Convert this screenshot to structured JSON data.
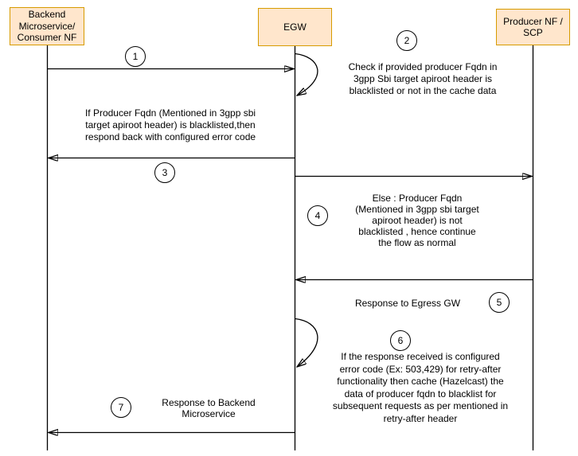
{
  "diagram": {
    "type": "sequence-diagram",
    "actors": [
      {
        "id": "backend-consumer",
        "label": "Backend\nMicroservice/\nConsumer NF"
      },
      {
        "id": "egw",
        "label": "EGW"
      },
      {
        "id": "producer-scp",
        "label": "Producer NF /\nSCP"
      }
    ],
    "steps": [
      {
        "num": "1",
        "label": ""
      },
      {
        "num": "2",
        "label": "Check if provided producer Fqdn in\n3gpp Sbi target apiroot header is\nblacklisted or not in the cache data"
      },
      {
        "num": "3",
        "label": "If Producer Fqdn (Mentioned in 3gpp sbi\ntarget apiroot header) is blacklisted,then\nrespond back with configured error code"
      },
      {
        "num": "4",
        "label": "Else : Producer Fqdn\n(Mentioned in 3gpp sbi target\napiroot header) is not\nblacklisted , hence continue\nthe flow as normal"
      },
      {
        "num": "5",
        "label": "Response to Egress GW"
      },
      {
        "num": "6",
        "label": "If the response received is configured\nerror code (Ex: 503,429) for retry-after\nfunctionality then cache (Hazelcast) the\ndata of producer fqdn to blacklist for\nsubsequent requests as per mentioned in\nretry-after header"
      },
      {
        "num": "7",
        "label": "Response to Backend\nMicroservice"
      }
    ],
    "colors": {
      "actor_fill": "#ffe6cc",
      "actor_border": "#d79b00",
      "line": "#000000",
      "background": "#ffffff"
    }
  }
}
